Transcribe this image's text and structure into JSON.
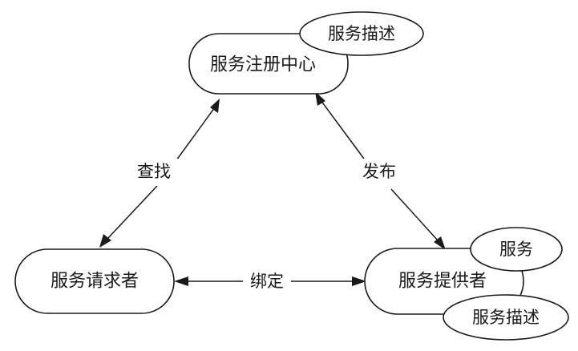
{
  "nodes": {
    "registry": {
      "label": "服务注册中心"
    },
    "requester": {
      "label": "服务请求者"
    },
    "provider": {
      "label": "服务提供者"
    }
  },
  "attachments": {
    "registry_description": {
      "label": "服务描述"
    },
    "provider_service": {
      "label": "服务"
    },
    "provider_description": {
      "label": "服务描述"
    }
  },
  "edges": {
    "find": {
      "label": "查找"
    },
    "publish": {
      "label": "发布"
    },
    "bind": {
      "label": "绑定"
    }
  }
}
